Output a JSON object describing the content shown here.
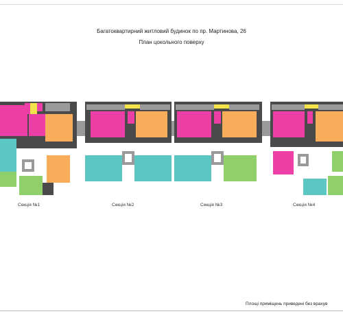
{
  "title": "Багатоквартирний житловий будинок по пр. Мартинова, 26",
  "subtitle": "План цокольного поверху",
  "sections": [
    {
      "label": "Секція №1"
    },
    {
      "label": "Секція №2"
    },
    {
      "label": "Секція №3"
    },
    {
      "label": "Секція №4"
    }
  ],
  "note": "Площі приміщень приведені без врахув",
  "colors": {
    "pink": "#ee3fa6",
    "orange": "#f7ad5a",
    "teal": "#5cc6c2",
    "green": "#8fd06a",
    "yellow": "#f2e34a",
    "gray": "#9a9a9a",
    "dark": "#4a4a4a"
  }
}
